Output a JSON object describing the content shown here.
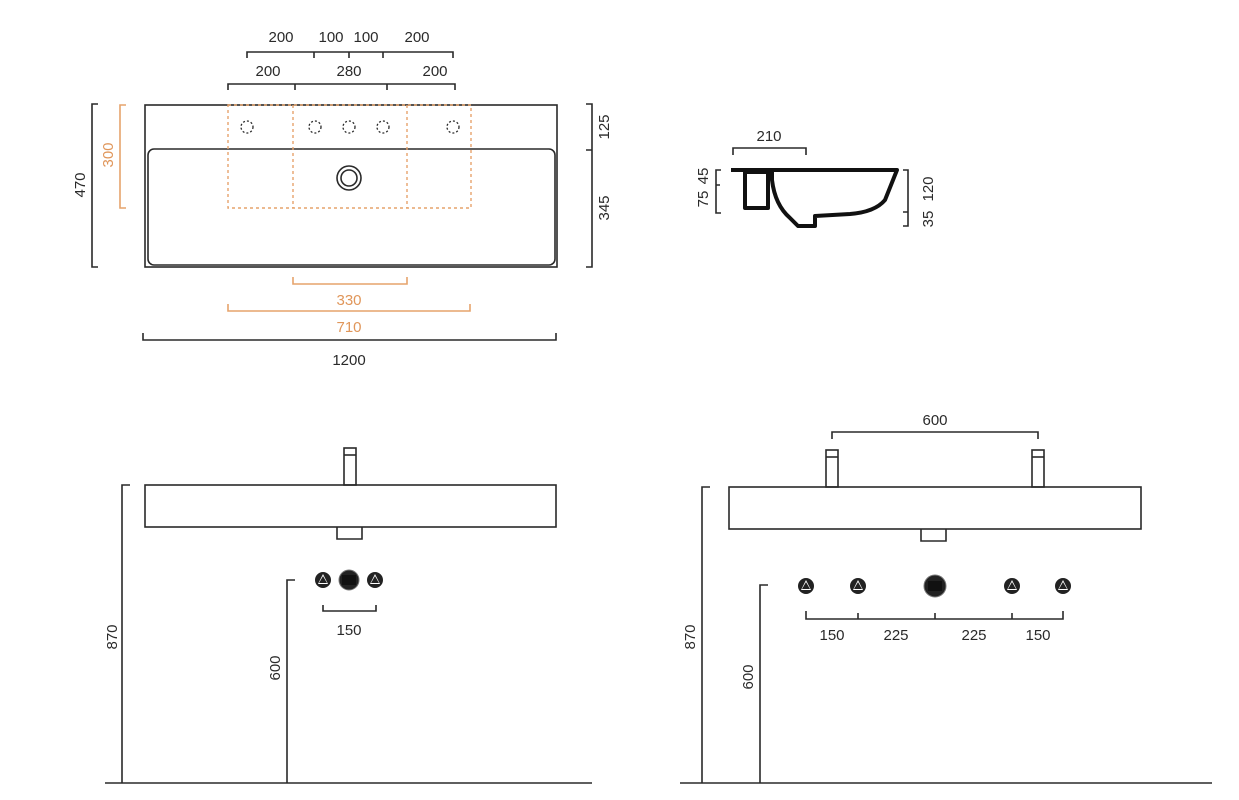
{
  "colors": {
    "line": "#2a2a2a",
    "accent": "#e0965a"
  },
  "top_view": {
    "row1": [
      "200",
      "100",
      "100",
      "200"
    ],
    "row2": [
      "200",
      "280",
      "200"
    ],
    "left_overall": "470",
    "left_accent": "300",
    "right": [
      "125",
      "345"
    ],
    "bottom_accent": [
      "330",
      "710"
    ],
    "bottom_overall": "1200"
  },
  "section_view": {
    "width": "210",
    "left": [
      "75",
      "45"
    ],
    "right": [
      "35",
      "120"
    ]
  },
  "front_view_single": {
    "height_total": "870",
    "height_valves": "600",
    "valve_spacing": "150"
  },
  "front_view_double": {
    "tap_spacing": "600",
    "height_total": "870",
    "height_valves": "600",
    "valve_spacing": [
      "150",
      "225",
      "225",
      "150"
    ]
  }
}
